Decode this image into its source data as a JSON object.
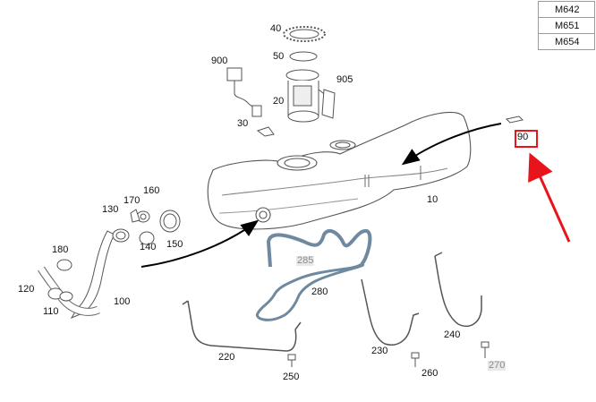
{
  "variants": [
    "M642",
    "M651",
    "M654"
  ],
  "highlight": {
    "part": "90",
    "color": "#e8141b"
  },
  "parts": [
    {
      "id": "40",
      "label": "40"
    },
    {
      "id": "50",
      "label": "50"
    },
    {
      "id": "900",
      "label": "900"
    },
    {
      "id": "20",
      "label": "20"
    },
    {
      "id": "905",
      "label": "905"
    },
    {
      "id": "30",
      "label": "30"
    },
    {
      "id": "90",
      "label": "90"
    },
    {
      "id": "10",
      "label": "10"
    },
    {
      "id": "160",
      "label": "160"
    },
    {
      "id": "170",
      "label": "170"
    },
    {
      "id": "130",
      "label": "130"
    },
    {
      "id": "140",
      "label": "140"
    },
    {
      "id": "150",
      "label": "150"
    },
    {
      "id": "180",
      "label": "180"
    },
    {
      "id": "120",
      "label": "120"
    },
    {
      "id": "110",
      "label": "110"
    },
    {
      "id": "100",
      "label": "100"
    },
    {
      "id": "285",
      "label": "285",
      "greyed": true
    },
    {
      "id": "280",
      "label": "280"
    },
    {
      "id": "220",
      "label": "220"
    },
    {
      "id": "230",
      "label": "230"
    },
    {
      "id": "240",
      "label": "240"
    },
    {
      "id": "250",
      "label": "250"
    },
    {
      "id": "260",
      "label": "260"
    },
    {
      "id": "270",
      "label": "270",
      "greyed": true
    }
  ]
}
